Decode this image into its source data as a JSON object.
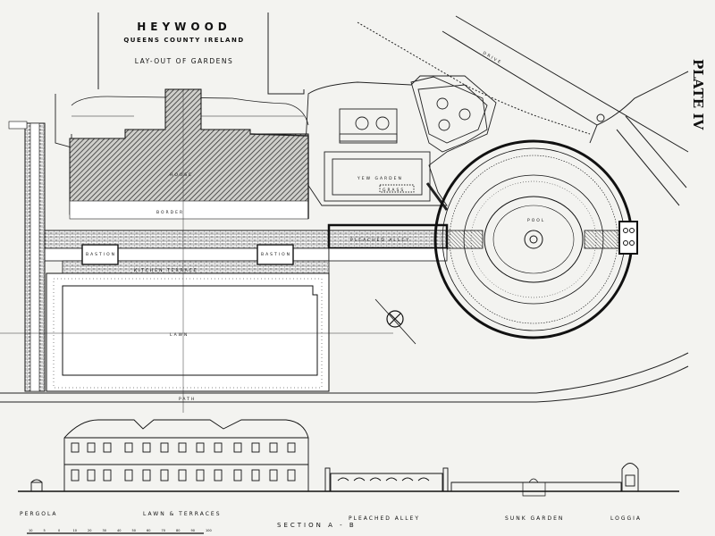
{
  "title": {
    "name": "HEYWOOD",
    "location": "QUEENS COUNTY IRELAND",
    "subtitle": "LAY-OUT OF GARDENS"
  },
  "plate_label": "PLATE IV",
  "plan_labels": {
    "drive": "DRIVE",
    "house": "HOUSE",
    "border": "BORDER",
    "pleached_alley": "PLEACHED ALLEY",
    "yew_garden": "YEW GARDEN",
    "lawn": "LAWN",
    "path": "PATH",
    "pool": "POOL",
    "grass": "GRASS",
    "bastion": "BASTION",
    "kitchen_terrace": "KITCHEN TERRACE"
  },
  "section_labels": {
    "pergola": "PERGOLA",
    "lawn_terraces": "LAWN & TERRACES",
    "pleached_alley": "PLEACHED ALLEY",
    "sunk_garden": "SUNK GARDEN",
    "loggia": "LOGGIA",
    "section_ab": "SECTION A - B"
  },
  "scale_bar": {
    "ticks": [
      "10",
      "5",
      "0",
      "10",
      "20",
      "30",
      "40",
      "50",
      "60",
      "70",
      "80",
      "90",
      "100"
    ]
  }
}
